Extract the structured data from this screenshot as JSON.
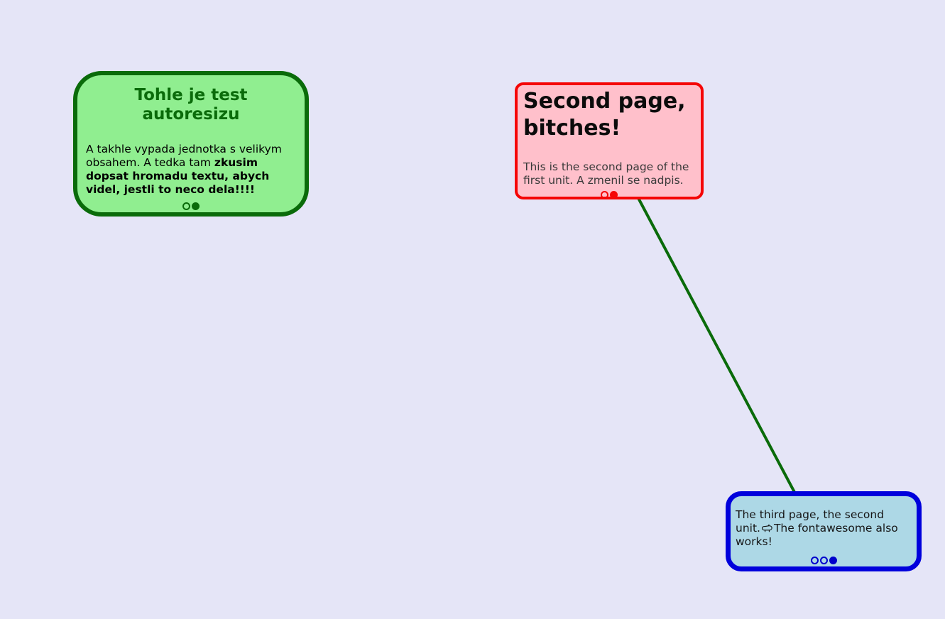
{
  "canvas": {
    "background_color": "#E5E5F7"
  },
  "connector": {
    "color": "#0A6B0A",
    "from": "node-red",
    "to": "node-blue"
  },
  "nodes": [
    {
      "id": "node-green",
      "title": "Tohle je test autoresizu",
      "body": {
        "regular": "A takhle vypada jednotka s velikym obsahem. A tedka tam ",
        "bold": "zkusim dopsat hromadu textu, abych videl, jestli to neco dela!!!!"
      },
      "pager_dots": [
        "empty",
        "filled"
      ],
      "colors": {
        "background": "#90EE90",
        "border": "#0A6B0A",
        "title_text": "#0A6B0A",
        "body_text": "#000000"
      }
    },
    {
      "id": "node-red",
      "title": "Second page, bitches!",
      "body": {
        "text": "This is the second page of the first unit. A zmenil se nadpis."
      },
      "pager_dots": [
        "empty",
        "filled"
      ],
      "colors": {
        "background": "#FFC0CB",
        "border": "#F50505",
        "title_text": "#0B0B0B",
        "body_text": "#3A3A3A"
      }
    },
    {
      "id": "node-blue",
      "body": {
        "before_icon": "The third page, the second unit.",
        "icon": "pig-icon",
        "after_icon": "The fontawesome also works!"
      },
      "pager_dots": [
        "empty",
        "empty",
        "filled"
      ],
      "colors": {
        "background": "#ADD8E6",
        "border": "#0000DC",
        "body_text": "#161616"
      }
    }
  ]
}
